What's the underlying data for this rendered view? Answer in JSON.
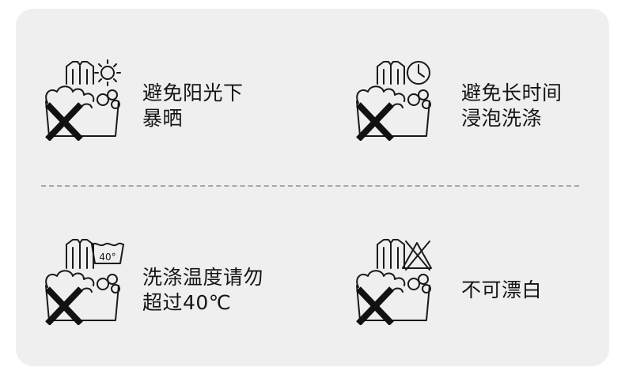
{
  "care_items": [
    {
      "icon": "no-sunlight-drying-icon",
      "lines": [
        "避免阳光下",
        "暴晒"
      ]
    },
    {
      "icon": "no-long-soaking-icon",
      "lines": [
        "避免长时间",
        "浸泡洗涤"
      ]
    },
    {
      "icon": "wash-max-40-icon",
      "badge": "40°",
      "lines": [
        "洗涤温度请勿",
        "超过40℃"
      ]
    },
    {
      "icon": "no-bleach-icon",
      "lines": [
        "不可漂白"
      ]
    }
  ]
}
